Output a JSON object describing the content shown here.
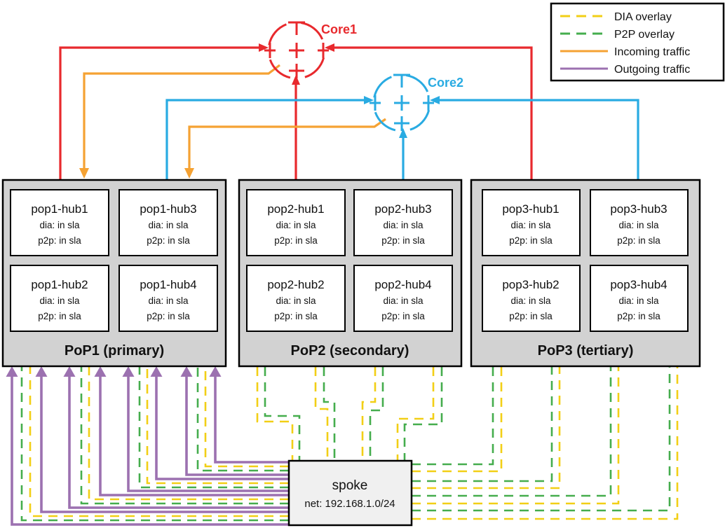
{
  "legend": {
    "items": [
      {
        "label": "DIA overlay",
        "color": "#F2CF16",
        "dashed": true
      },
      {
        "label": "P2P overlay",
        "color": "#45AD4D",
        "dashed": true
      },
      {
        "label": "Incoming traffic",
        "color": "#F5A233",
        "dashed": false
      },
      {
        "label": "Outgoing traffic",
        "color": "#9C71B0",
        "dashed": false
      }
    ]
  },
  "cores": [
    {
      "name": "Core1",
      "color": "#E8292D"
    },
    {
      "name": "Core2",
      "color": "#29ABE2"
    }
  ],
  "pops": [
    {
      "title": "PoP1 (primary)",
      "hubs": [
        {
          "name": "pop1-hub1",
          "dia": "dia: in sla",
          "p2p": "p2p: in sla"
        },
        {
          "name": "pop1-hub3",
          "dia": "dia: in sla",
          "p2p": "p2p: in sla"
        },
        {
          "name": "pop1-hub2",
          "dia": "dia: in sla",
          "p2p": "p2p: in sla"
        },
        {
          "name": "pop1-hub4",
          "dia": "dia: in sla",
          "p2p": "p2p: in sla"
        }
      ]
    },
    {
      "title": "PoP2 (secondary)",
      "hubs": [
        {
          "name": "pop2-hub1",
          "dia": "dia: in sla",
          "p2p": "p2p: in sla"
        },
        {
          "name": "pop2-hub3",
          "dia": "dia: in sla",
          "p2p": "p2p: in sla"
        },
        {
          "name": "pop2-hub2",
          "dia": "dia: in sla",
          "p2p": "p2p: in sla"
        },
        {
          "name": "pop2-hub4",
          "dia": "dia: in sla",
          "p2p": "p2p: in sla"
        }
      ]
    },
    {
      "title": "PoP3 (tertiary)",
      "hubs": [
        {
          "name": "pop3-hub1",
          "dia": "dia: in sla",
          "p2p": "p2p: in sla"
        },
        {
          "name": "pop3-hub3",
          "dia": "dia: in sla",
          "p2p": "p2p: in sla"
        },
        {
          "name": "pop3-hub2",
          "dia": "dia: in sla",
          "p2p": "p2p: in sla"
        },
        {
          "name": "pop3-hub4",
          "dia": "dia: in sla",
          "p2p": "p2p: in sla"
        }
      ]
    }
  ],
  "spoke": {
    "name": "spoke",
    "net": "net: 192.168.1.0/24"
  },
  "colors": {
    "red": "#E8292D",
    "blue": "#29ABE2",
    "orange": "#F5A233",
    "purple": "#9C71B0",
    "yellow": "#F2CF16",
    "green": "#45AD4D",
    "pop_fill": "#D2D2D2",
    "spoke_fill": "#F0F0F0",
    "hub_fill": "#FFFFFF"
  }
}
